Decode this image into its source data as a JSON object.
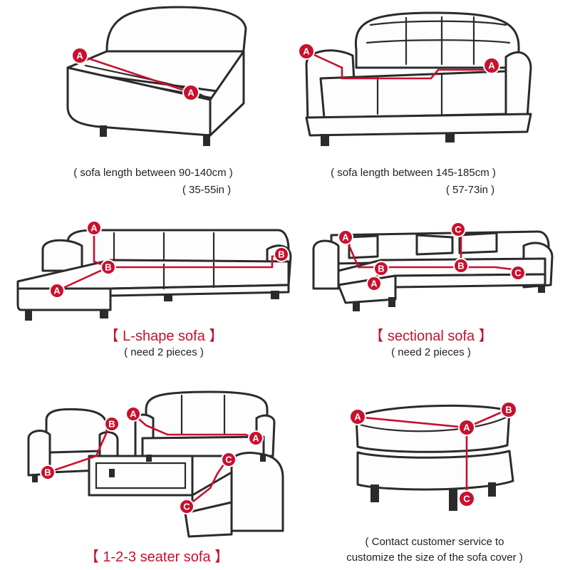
{
  "colors": {
    "accent": "#c8102e",
    "line": "#2b2b2b"
  },
  "badges": {
    "a": "A",
    "b": "B",
    "c": "C"
  },
  "panels": {
    "small_sofa": {
      "line1": "( sofa length between 90-140cm )",
      "line2": "( 35-55in )"
    },
    "large_sofa": {
      "line1": "( sofa length between 145-185cm )",
      "line2": "( 57-73in )"
    },
    "l_shape": {
      "title": "【 L-shape sofa 】",
      "subtitle": "( need 2 pieces )"
    },
    "sectional": {
      "title": "【 sectional sofa 】",
      "subtitle": "( need 2 pieces )"
    },
    "seater_set": {
      "title": "【 1-2-3 seater sofa 】"
    },
    "ottoman": {
      "line1": "( Contact customer service to",
      "line2": "customize the size of the sofa cover )"
    }
  }
}
